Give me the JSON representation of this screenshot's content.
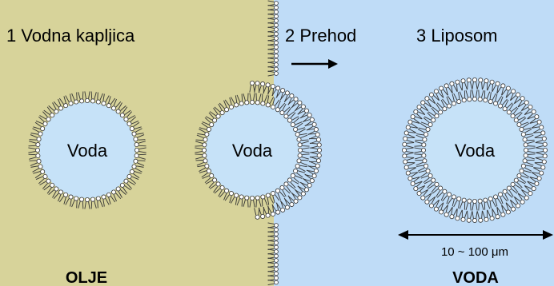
{
  "stages": [
    {
      "label": "1 Vodna kapljica"
    },
    {
      "label": "2 Prehod"
    },
    {
      "label": "3 Liposom"
    }
  ],
  "core_label": "Voda",
  "scale": {
    "label": "10 ~ 100 μm"
  },
  "phases": {
    "oil_label": "OLJE",
    "water_label": "VODA"
  },
  "colors": {
    "oil": "#d7d39a",
    "water": "#bfdcf7",
    "core": "#c6e2f8",
    "lipid_head": "#ffffff",
    "lipid_outline": "#333333",
    "tail": "#333333"
  }
}
